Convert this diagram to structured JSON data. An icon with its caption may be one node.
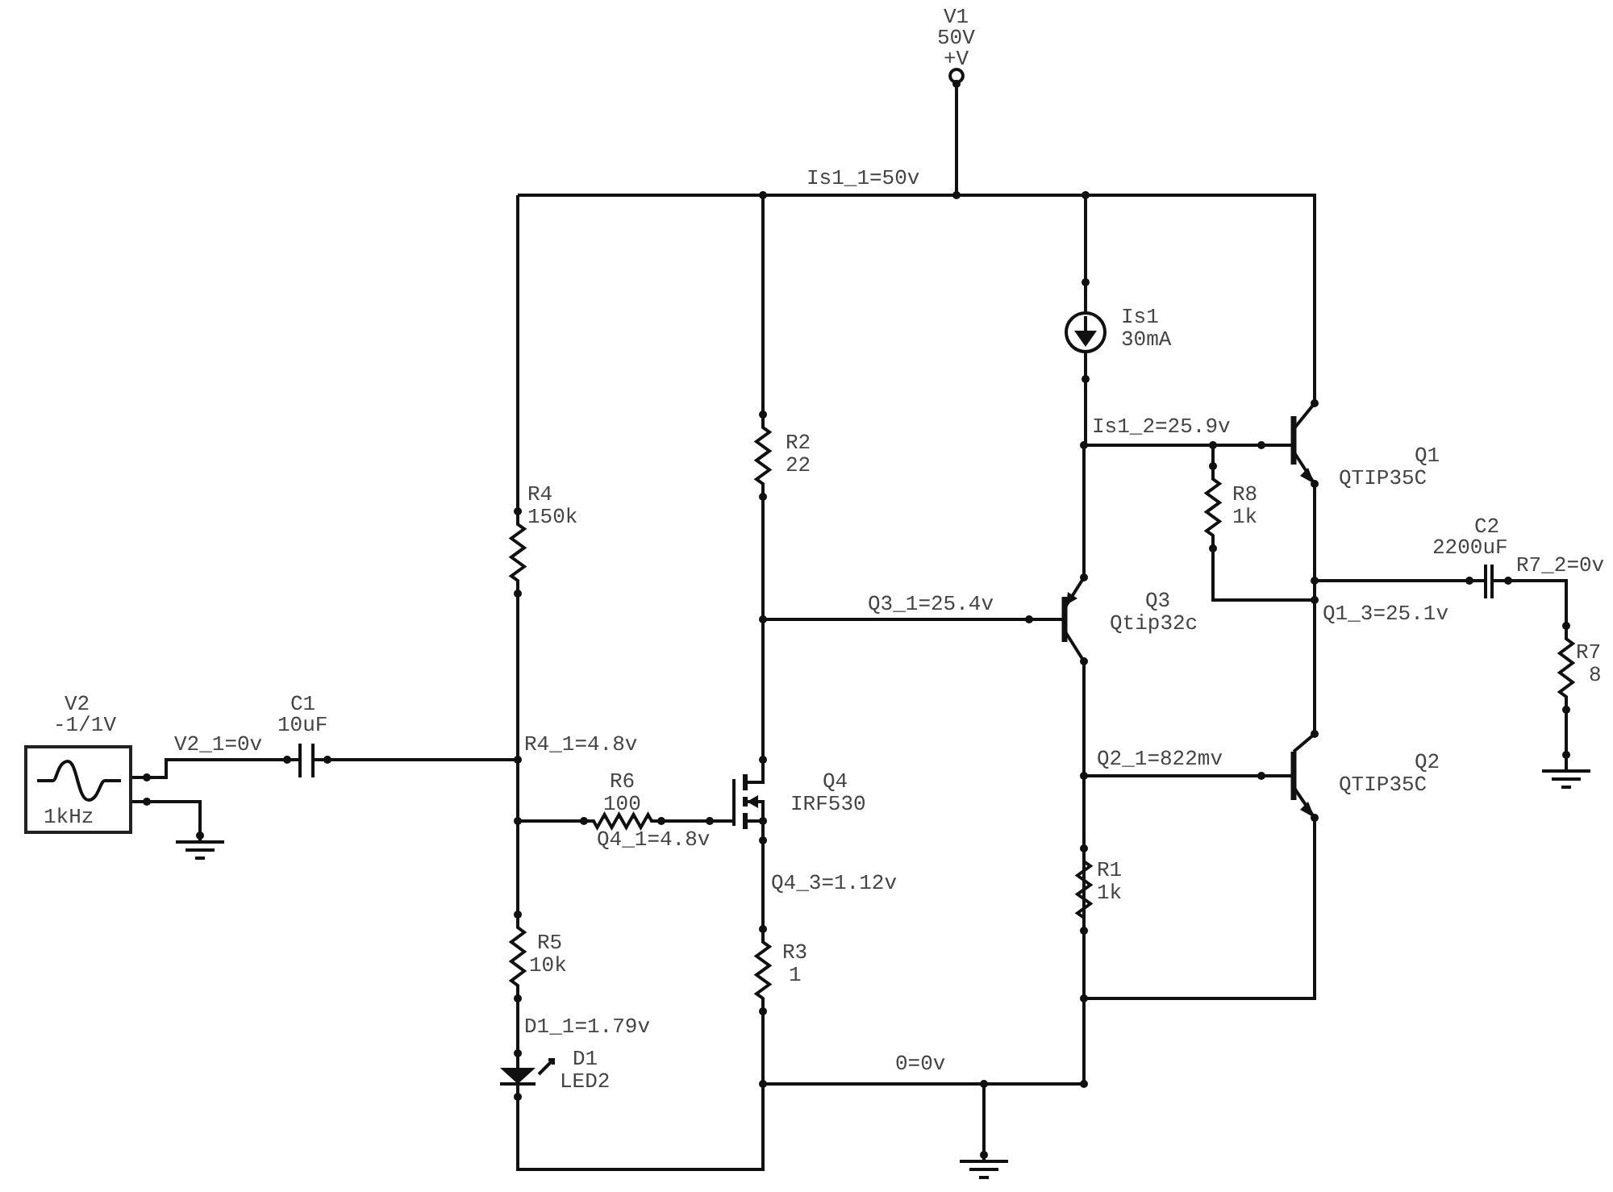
{
  "diagram": {
    "nodes": [
      {
        "text": [
          "1kHz"
        ],
        "beside": [
          "V2",
          "-1/1V"
        ]
      }
    ],
    "labels": [
      "V1",
      "50V",
      "+V",
      "Is1_1=50v",
      "Is1",
      "30mA",
      "Is1_2=25.9v",
      "Q1",
      "QTIP35C",
      "R2",
      "22",
      "R8",
      "1k",
      "R4",
      "150k",
      "C2",
      "2200uF",
      "R7_2=0v",
      "Q3_1=25.4v",
      "Q3",
      "Qtip32c",
      "Q1_3=25.1v",
      "R7",
      "8",
      "C1",
      "10uF",
      "V2_1=0v",
      "R4_1=4.8v",
      "Q4",
      "IRF530",
      "R6",
      "100",
      "Q4_1=4.8v",
      "Q2_1=822mv",
      "Q2",
      "QTIP35C",
      "Q4_3=1.12v",
      "R1",
      "1k",
      "R5",
      "10k",
      "R3",
      "1",
      "D1_1=1.79v",
      "D1",
      "LED2",
      "0=0v"
    ]
  }
}
